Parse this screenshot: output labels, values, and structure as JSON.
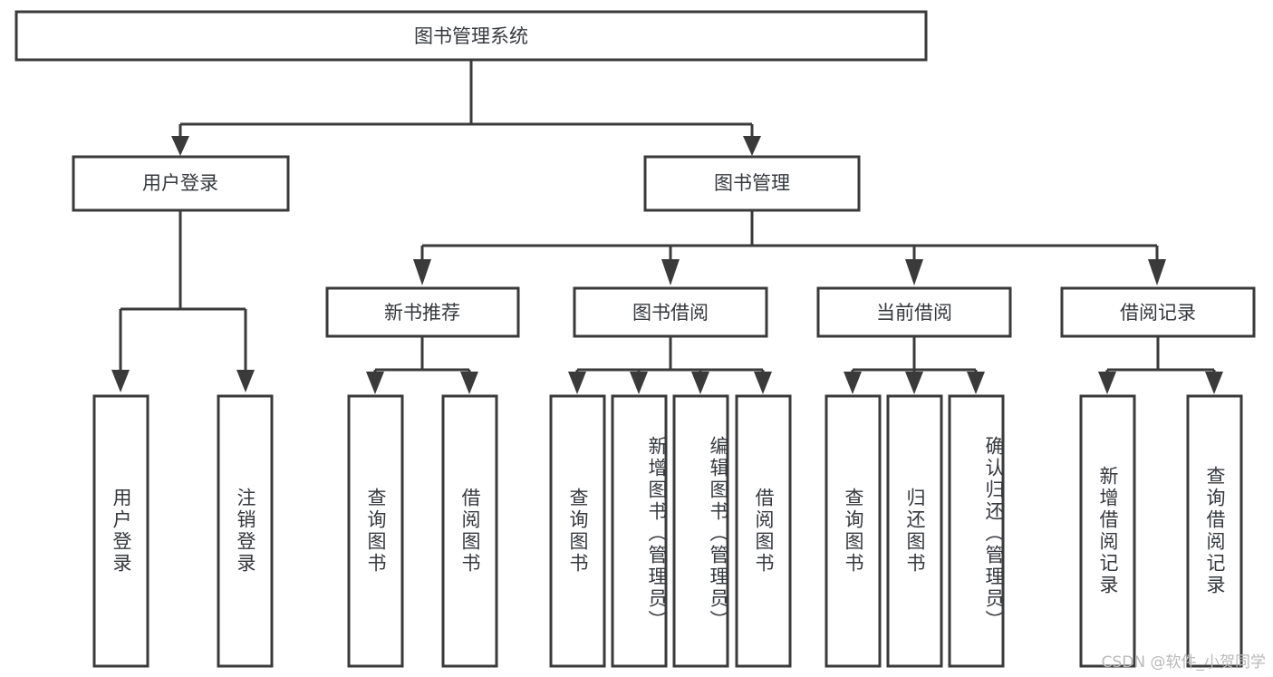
{
  "diagram": {
    "type": "tree-hierarchy",
    "title": "图书管理系统",
    "watermark": "CSDN @软件_小贺同学",
    "colors": {
      "box_stroke": "#3a3a3a",
      "box_fill": "#ffffff",
      "text": "#35383d",
      "connector": "#3a3a3a",
      "watermark": "#b9b9b9",
      "background": "#ffffff"
    },
    "levels": {
      "root": {
        "label": "图书管理系统",
        "orientation": "horizontal"
      },
      "level2": [
        {
          "label": "用户登录",
          "orientation": "horizontal"
        },
        {
          "label": "图书管理",
          "orientation": "horizontal"
        }
      ],
      "level3": [
        {
          "label": "新书推荐",
          "orientation": "horizontal",
          "parent": "图书管理"
        },
        {
          "label": "图书借阅",
          "orientation": "horizontal",
          "parent": "图书管理"
        },
        {
          "label": "当前借阅",
          "orientation": "horizontal",
          "parent": "图书管理"
        },
        {
          "label": "借阅记录",
          "orientation": "horizontal",
          "parent": "图书管理"
        }
      ],
      "leaves": [
        {
          "label": "用户登录",
          "orientation": "vertical",
          "parent": "用户登录"
        },
        {
          "label": "注销登录",
          "orientation": "vertical",
          "parent": "用户登录"
        },
        {
          "label": "查询图书",
          "orientation": "vertical",
          "parent": "新书推荐"
        },
        {
          "label": "借阅图书",
          "orientation": "vertical",
          "parent": "新书推荐"
        },
        {
          "label": "查询图书",
          "orientation": "vertical",
          "parent": "图书借阅"
        },
        {
          "label": "新增图书（管理员）",
          "orientation": "vertical",
          "parent": "图书借阅"
        },
        {
          "label": "编辑图书（管理员）",
          "orientation": "vertical",
          "parent": "图书借阅"
        },
        {
          "label": "借阅图书",
          "orientation": "vertical",
          "parent": "图书借阅"
        },
        {
          "label": "查询图书",
          "orientation": "vertical",
          "parent": "当前借阅"
        },
        {
          "label": "归还图书",
          "orientation": "vertical",
          "parent": "当前借阅"
        },
        {
          "label": "确认归还（管理员）",
          "orientation": "vertical",
          "parent": "当前借阅"
        },
        {
          "label": "新增借阅记录",
          "orientation": "vertical",
          "parent": "借阅记录"
        },
        {
          "label": "查询借阅记录",
          "orientation": "vertical",
          "parent": "借阅记录"
        }
      ]
    }
  }
}
